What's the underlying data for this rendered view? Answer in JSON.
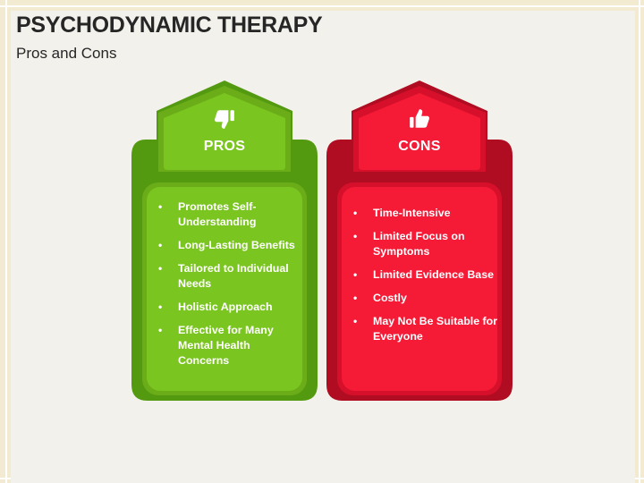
{
  "header": {
    "title": "PSYCHODYNAMIC THERAPY",
    "subtitle": "Pros and Cons"
  },
  "pros": {
    "label": "PROS",
    "icon": "thumbs-down-icon",
    "color": "#7ac51f",
    "items": [
      "Promotes Self-Understanding",
      "Long-Lasting Benefits",
      "Tailored to Individual Needs",
      "Holistic Approach",
      "Effective for Many Mental Health Concerns"
    ]
  },
  "cons": {
    "label": "CONS",
    "icon": "thumbs-up-icon",
    "color": "#f51a36",
    "items": [
      "Time-Intensive",
      "Limited Focus on Symptoms",
      "Limited Evidence Base",
      "Costly",
      "May Not Be Suitable for Everyone"
    ]
  }
}
